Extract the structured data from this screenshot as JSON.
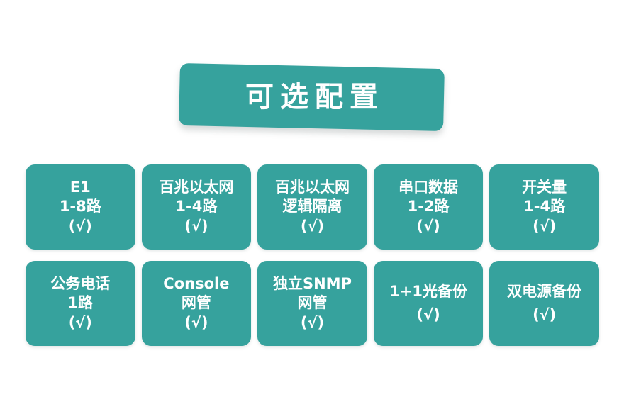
{
  "banner": {
    "title": "可选配置",
    "bg_color": "#36A29D",
    "text_color": "#FFFFFF"
  },
  "theme": {
    "card_color": "#36A29D",
    "card_text_color": "#FFFFFF",
    "page_background": "#FFFFFF"
  },
  "check_mark": "(√)",
  "grid": {
    "rows": [
      {
        "cards": [
          {
            "lines": [
              "E1",
              "1-8路",
              "(√)"
            ]
          },
          {
            "lines": [
              "百兆以太网",
              "1-4路",
              "(√)"
            ]
          },
          {
            "lines": [
              "百兆以太网",
              "逻辑隔离",
              "(√)"
            ]
          },
          {
            "lines": [
              "串口数据",
              "1-2路",
              "(√)"
            ]
          },
          {
            "lines": [
              "开关量",
              "1-4路",
              "(√)"
            ]
          }
        ]
      },
      {
        "cards": [
          {
            "lines": [
              "公务电话",
              "1路",
              "(√)"
            ]
          },
          {
            "lines": [
              "Console",
              "网管",
              "(√)"
            ]
          },
          {
            "lines": [
              "独立SNMP",
              "网管",
              "(√)"
            ]
          },
          {
            "lines": [
              "1+1光备份",
              "(√)"
            ]
          },
          {
            "lines": [
              "双电源备份",
              "(√)"
            ]
          }
        ]
      }
    ]
  }
}
